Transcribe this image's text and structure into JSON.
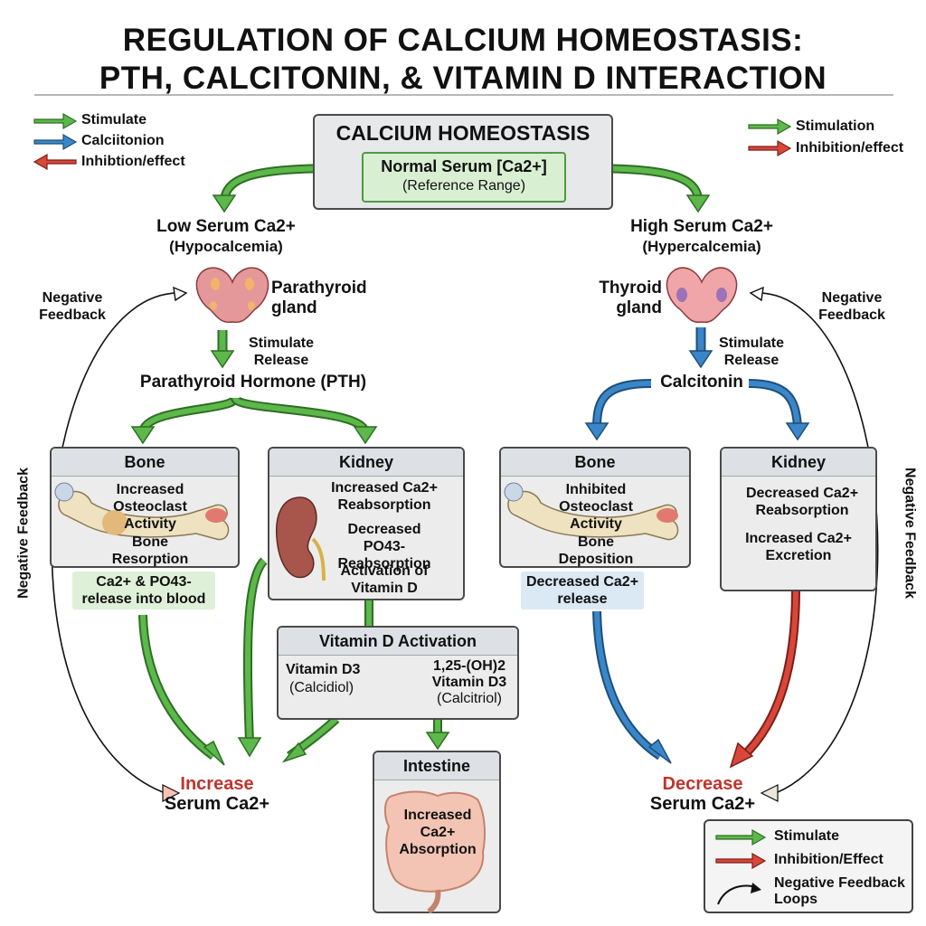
{
  "title": {
    "line1": "REGULATION OF CALCIUM HOMEOSTASIS:",
    "line2": "PTH, CALCITONIN, & VITAMIN D INTERACTION"
  },
  "legend_top_left": [
    {
      "label": "Stimulate",
      "color": "#4caf3e"
    },
    {
      "label": "Calciitonion",
      "color": "#2f7fc1"
    },
    {
      "label": "Inhibtion/effect",
      "color": "#d0352c"
    }
  ],
  "legend_top_right": [
    {
      "label": "Stimulation",
      "color": "#4caf3e"
    },
    {
      "label": "Inhibition/effect",
      "color": "#d0352c"
    }
  ],
  "center": {
    "title": "CALCIUM HOMEOSTASIS",
    "normal": "Normal Serum [Ca2+]",
    "reference": "(Reference Range)"
  },
  "left": {
    "low_serum": "Low Serum Ca2+",
    "hypocalcemia": "(Hypocalcemia)",
    "gland": "Parathyroid gland",
    "negative_feedback": "Negative Feedback",
    "negative_feedback_vertical": "Negative Feedback",
    "stimulate_release": "Stimulate Release",
    "hormone": "Parathyroid Hormone (PTH)",
    "bone": {
      "head": "Bone",
      "line1": "Increased Osteoclast Activity",
      "line2": "Bone Resorption",
      "release": "Ca2+ & PO43- release into blood"
    },
    "kidney": {
      "head": "Kidney",
      "item1": "Increased Ca2+ Reabsorption",
      "item2": "Decreased PO43- Reabsorption",
      "item3": "Activation of Vitamin D"
    },
    "vitd": {
      "head": "Vitamin D Activation",
      "from1": "Vitamin D3",
      "from2": "(Calcidiol)",
      "to1": "1,25-(OH)2",
      "to2": "Vitamin D3",
      "to3": "(Calcitriol)"
    },
    "intestine": {
      "head": "Intestine",
      "text": "Increased Ca2+ Absorption"
    },
    "result1": "Increase",
    "result2": "Serum Ca2+"
  },
  "right": {
    "high_serum": "High Serum Ca2+",
    "hypercalcemia": "(Hypercalcemia)",
    "gland": "Thyroid gland",
    "negative_feedback": "Negative Feedback",
    "negative_feedback_vertical": "Negative Feedback",
    "stimulate_release": "Stimulate Release",
    "hormone": "Calcitonin",
    "bone": {
      "head": "Bone",
      "line1": "Inhibited Osteoclast Activity",
      "line2": "Bone Deposition",
      "release": "Decreased Ca2+ release"
    },
    "kidney": {
      "head": "Kidney",
      "item1": "Decreased Ca2+ Reabsorption",
      "item2": "Increased Ca2+ Excretion"
    },
    "result1": "Decrease",
    "result2": "Serum Ca2+"
  },
  "legend_bottom": [
    {
      "label": "Stimulate",
      "color": "#4caf3e"
    },
    {
      "label": "Inhibition/Effect",
      "color": "#d0352c"
    },
    {
      "label": "Negative Feedback Loops",
      "color": "#111111"
    }
  ]
}
